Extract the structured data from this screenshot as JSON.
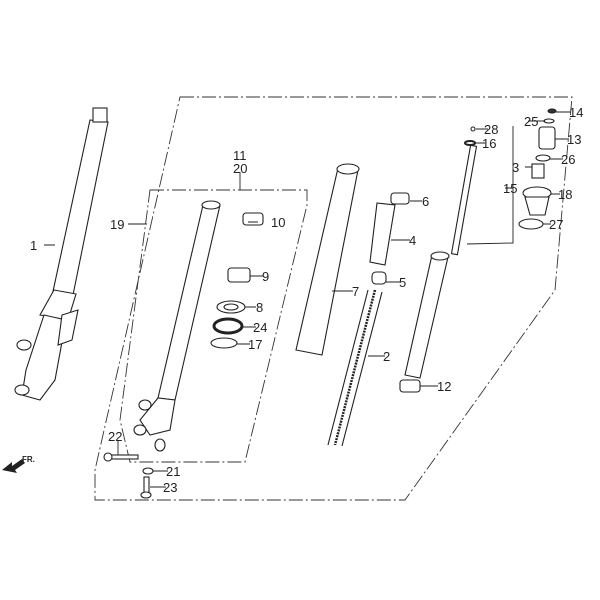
{
  "title": "Front fork exploded parts diagram",
  "direction_label": "FR.",
  "callouts": {
    "p1": "1",
    "p2": "2",
    "p3": "3",
    "p4": "4",
    "p5": "5",
    "p6": "6",
    "p7": "7",
    "p8": "8",
    "p9": "9",
    "p10": "10",
    "p11": "11",
    "p12": "12",
    "p13": "13",
    "p14": "14",
    "p15": "15",
    "p16": "16",
    "p17": "17",
    "p18": "18",
    "p19": "19",
    "p20": "20",
    "p21": "21",
    "p22": "22",
    "p23": "23",
    "p24": "24",
    "p25": "25",
    "p26": "26",
    "p27": "27",
    "p28": "28"
  }
}
